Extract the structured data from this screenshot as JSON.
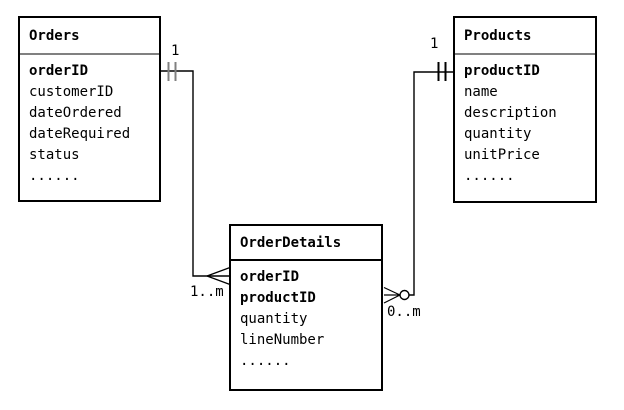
{
  "entities": [
    {
      "name": "Orders",
      "fields": [
        {
          "label": "orderID",
          "key": true
        },
        {
          "label": "customerID",
          "key": false
        },
        {
          "label": "dateOrdered",
          "key": false
        },
        {
          "label": "dateRequired",
          "key": false
        },
        {
          "label": "status",
          "key": false
        },
        {
          "label": "......",
          "key": false
        }
      ]
    },
    {
      "name": "Products",
      "fields": [
        {
          "label": "productID",
          "key": true
        },
        {
          "label": "name",
          "key": false
        },
        {
          "label": "description",
          "key": false
        },
        {
          "label": "quantity",
          "key": false
        },
        {
          "label": "unitPrice",
          "key": false
        },
        {
          "label": "......",
          "key": false
        }
      ]
    },
    {
      "name": "OrderDetails",
      "fields": [
        {
          "label": "orderID",
          "key": true
        },
        {
          "label": "productID",
          "key": true
        },
        {
          "label": "quantity",
          "key": false
        },
        {
          "label": "lineNumber",
          "key": false
        },
        {
          "label": "......",
          "key": false
        }
      ]
    }
  ],
  "relationships": [
    {
      "from": "Orders",
      "to": "OrderDetails",
      "from_cardinality": "1",
      "to_cardinality": "1..m",
      "from_symbol": "one-double-tick",
      "to_symbol": "many-crow-foot"
    },
    {
      "from": "Products",
      "to": "OrderDetails",
      "from_cardinality": "1",
      "to_cardinality": "0..m",
      "from_symbol": "one-double-tick",
      "to_symbol": "zero-or-many-crow-foot-circle"
    }
  ],
  "colors": {
    "background": "#ffffff",
    "line": "#000000",
    "header_divider_gray": "#808080",
    "header_divider_dark": "#000000",
    "tick_gray": "#808080",
    "tick_black": "#000000",
    "text": "#000000"
  }
}
